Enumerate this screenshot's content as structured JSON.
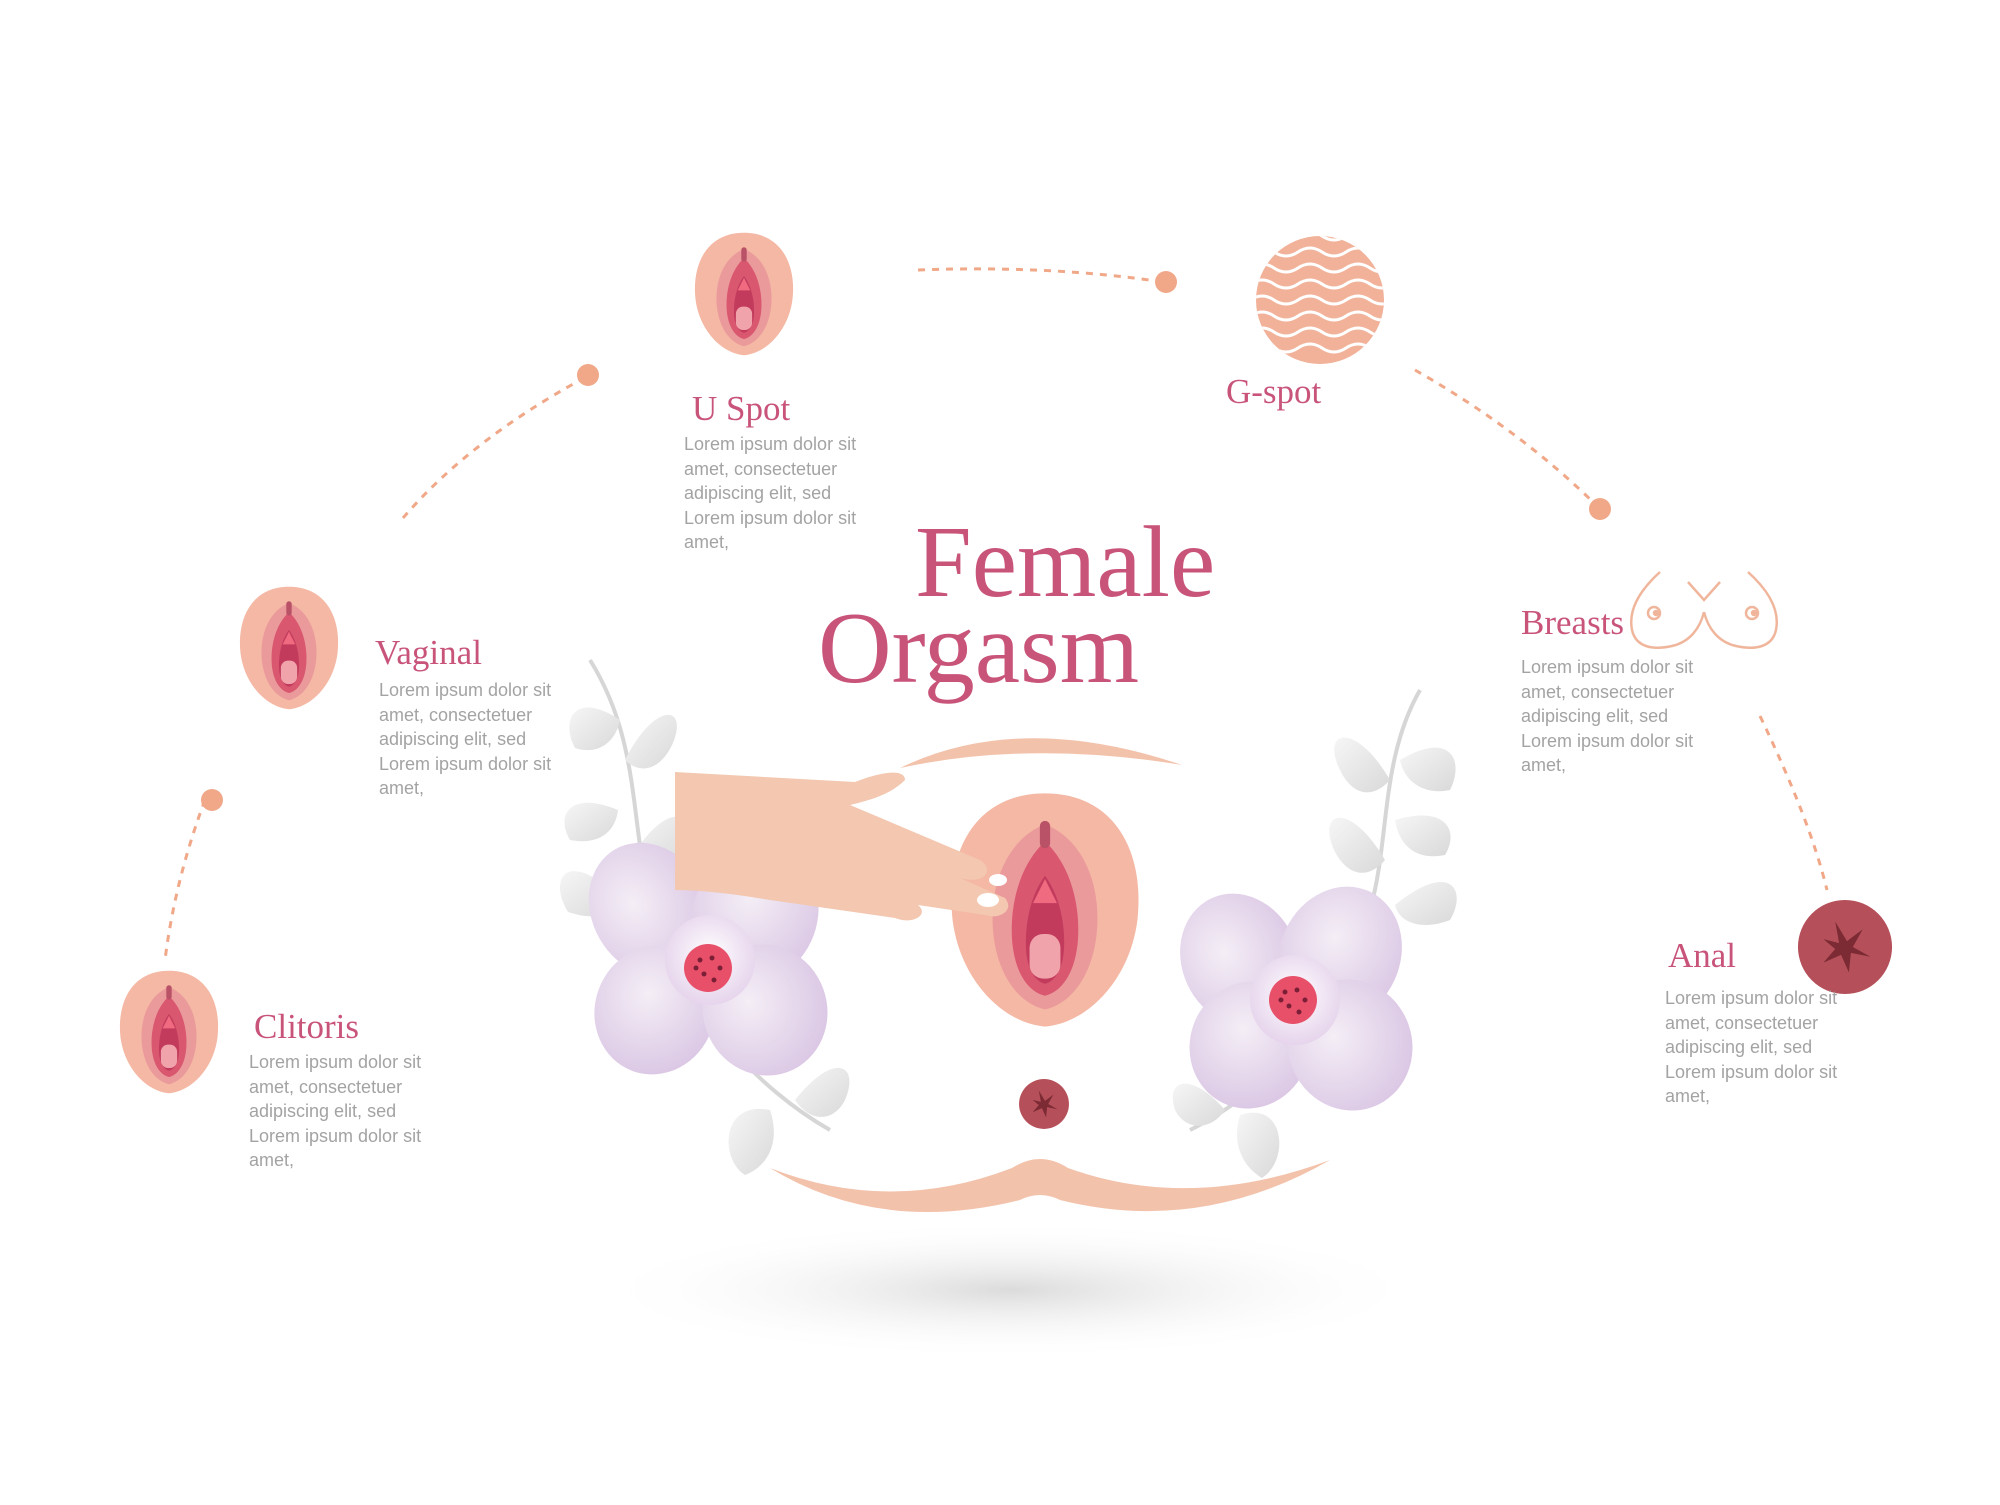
{
  "title": {
    "line1": "Female",
    "line2": "Orgasm"
  },
  "zones": [
    {
      "id": "u-spot",
      "label": "U Spot",
      "text": "Lorem ipsum dolor sit\namet, consectetuer\nadipiscing elit, sed\nLorem ipsum dolor sit\namet,"
    },
    {
      "id": "g-spot",
      "label": "G-spot",
      "text": ""
    },
    {
      "id": "vaginal",
      "label": "Vaginal",
      "text": "Lorem ipsum dolor sit\namet, consectetuer\nadipiscing elit, sed\nLorem ipsum dolor sit\namet,"
    },
    {
      "id": "breasts",
      "label": "Breasts",
      "text": "Lorem ipsum dolor sit\namet, consectetuer\nadipiscing elit, sed\nLorem ipsum dolor sit\namet,"
    },
    {
      "id": "clitoris",
      "label": "Clitoris",
      "text": "Lorem ipsum dolor sit\namet, consectetuer\nadipiscing elit, sed\nLorem ipsum dolor sit\namet,"
    },
    {
      "id": "anal",
      "label": "Anal",
      "text": "Lorem ipsum dolor sit\namet, consectetuer\nadipiscing elit, sed\nLorem ipsum dolor sit\namet,"
    }
  ],
  "colors": {
    "accent": "#c9547a",
    "skin": "#f0c1a6",
    "peach": "#f2b29a",
    "pink": "#e77f8d",
    "deep_pink": "#d94a6c",
    "anal": "#b24c55",
    "text_gray": "#a3a3a3",
    "connector": "#f0a888"
  }
}
